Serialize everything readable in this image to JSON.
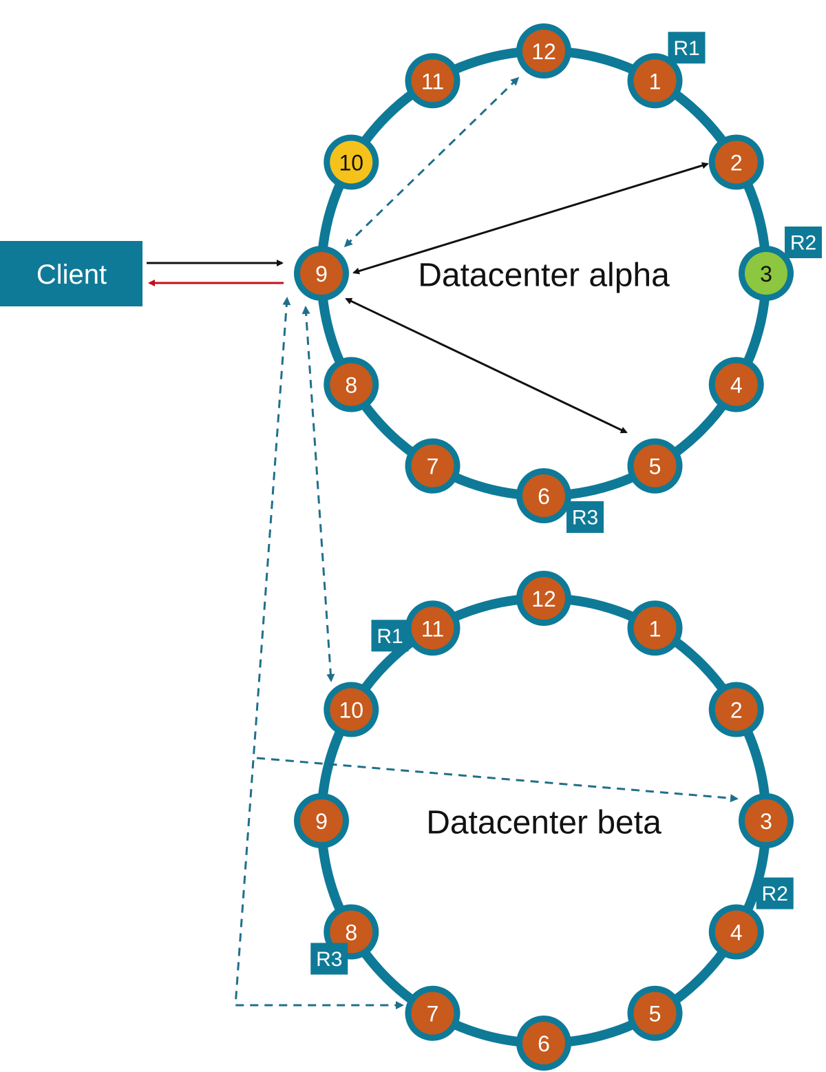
{
  "colors": {
    "ring": "#0e7a97",
    "node_default": "#c75a1c",
    "node_coordinator": "#f5c21b",
    "node_replica_alpha_r2": "#8dc63f",
    "tag_bg": "#0e7a97",
    "client_bg": "#0e7a97",
    "arrow_black": "#111111",
    "arrow_red": "#c0101c",
    "arrow_dashed": "#1f6f8b"
  },
  "client": {
    "label": "Client"
  },
  "alpha": {
    "title": "Datacenter alpha",
    "nodes": [
      "1",
      "2",
      "3",
      "4",
      "5",
      "6",
      "7",
      "8",
      "9",
      "10",
      "11",
      "12"
    ],
    "coordinator": "10",
    "replicas": [
      {
        "tag": "R1",
        "node": "1"
      },
      {
        "tag": "R2",
        "node": "3"
      },
      {
        "tag": "R3",
        "node": "6"
      }
    ]
  },
  "beta": {
    "title": "Datacenter beta",
    "nodes": [
      "1",
      "2",
      "3",
      "4",
      "5",
      "6",
      "7",
      "8",
      "9",
      "10",
      "11",
      "12"
    ],
    "replicas": [
      {
        "tag": "R1",
        "node": "11"
      },
      {
        "tag": "R2",
        "node": "4"
      },
      {
        "tag": "R3",
        "node": "8"
      }
    ]
  }
}
